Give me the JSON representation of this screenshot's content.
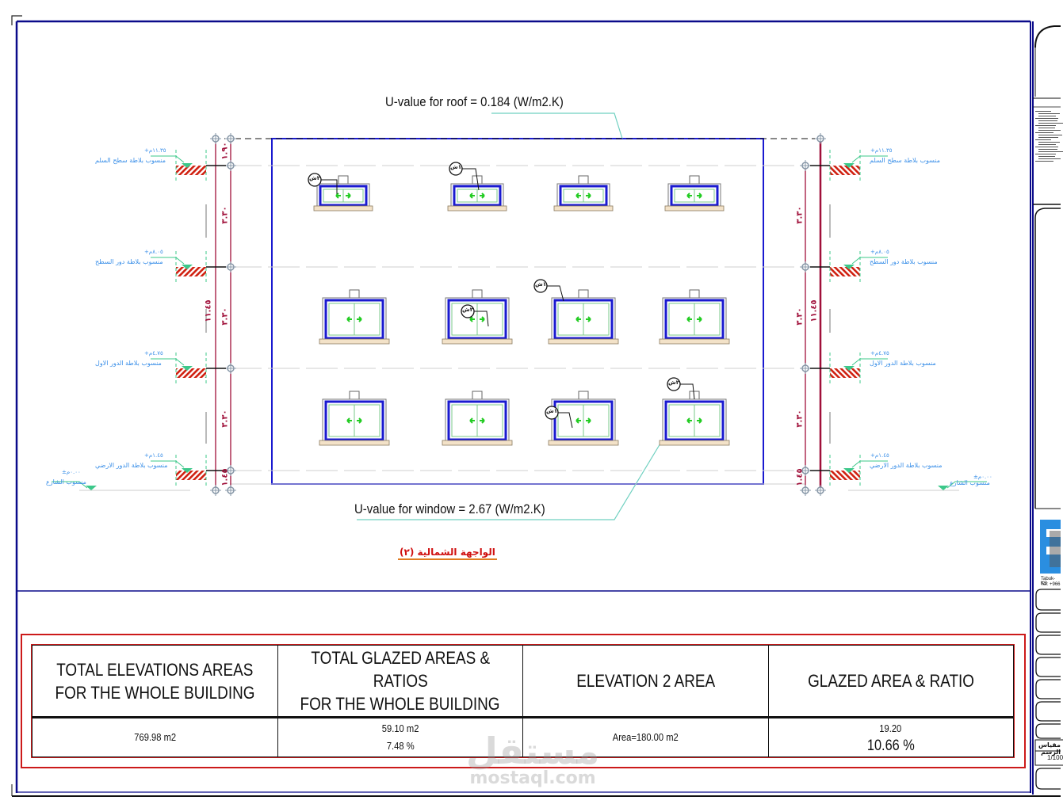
{
  "drawing": {
    "title": "الواجهة الشمالية (٢)",
    "u_value_roof": "U-value for roof = 0.184  (W/m2.K)",
    "u_value_window": "U-value for window = 2.67 (W/m2.K)",
    "window_tags": [
      "٢ش",
      "١ش",
      "١ش",
      "٢ش",
      "١ش",
      "٢ش"
    ],
    "levels_left": [
      {
        "value": "+١١.٣٥م",
        "label": "منسوب بلاطة سطح السلم"
      },
      {
        "value": "+٨.٠٥م",
        "label": "منسوب بلاطة دور السطح"
      },
      {
        "value": "+٤.٧٥م",
        "label": "منسوب بلاطة الدور الاول"
      },
      {
        "value": "+١.٤٥م",
        "label": "منسوب بلاطة الدور الارضي"
      },
      {
        "value": "±٠.٠٠م",
        "label": "منسوب الشارع"
      }
    ],
    "levels_right": [
      {
        "value": "+١١.٣٥م",
        "label": "منسوب بلاطة سطح السلم"
      },
      {
        "value": "+٨.٠٥م",
        "label": "منسوب بلاطة دور السطح"
      },
      {
        "value": "+٤.٧٥م",
        "label": "منسوب بلاطة الدور الاول"
      },
      {
        "value": "+١.٤٥م",
        "label": "منسوب بلاطة الدور الارضي"
      },
      {
        "value": "±٠.٠٠م",
        "label": "منسوب الشارع"
      }
    ],
    "dimensions_left": {
      "segments": [
        "١.٩٠",
        "٣.٣٠",
        "٣.٣٠",
        "٣.٣٠",
        "١.٤٥"
      ],
      "total": "١١.٤٥"
    },
    "dimensions_right": {
      "segments": [
        "٣.٣٠",
        "٣.٣٠",
        "٣.٣٠",
        "١.٤٥"
      ],
      "total": "١١.٤٥"
    }
  },
  "summary_table": {
    "headers": [
      [
        "TOTAL ELEVATIONS AREAS",
        "FOR THE WHOLE BUILDING"
      ],
      [
        "TOTAL GLAZED AREAS & RATIOS",
        "FOR THE WHOLE BUILDING"
      ],
      [
        "ELEVATION 2 AREA"
      ],
      [
        "GLAZED AREA & RATIO"
      ]
    ],
    "values": [
      [
        "769.98  m2"
      ],
      [
        "59.10  m2",
        "7.48 %"
      ],
      [
        "Area=180.00 m2"
      ],
      [
        "19.20",
        "10.66 %"
      ]
    ]
  },
  "title_block": {
    "company_line1": "Tabuk-KS",
    "company_line2": "Tel: +966",
    "scale_label": "مقياس الرسم",
    "scale_value": "1/100"
  },
  "watermark": {
    "arabic": "مستقل",
    "latin": "mostaql.com"
  },
  "colors": {
    "frame_blue": "#0a0a8a",
    "facade_blue": "#1a1ad0",
    "table_red": "#cc1a1a",
    "dimension_red": "#a0103a",
    "level_blue": "#3a8fe8",
    "level_green": "#3cc88a",
    "hatch_red": "#d02010",
    "window_green": "#22cc22"
  }
}
